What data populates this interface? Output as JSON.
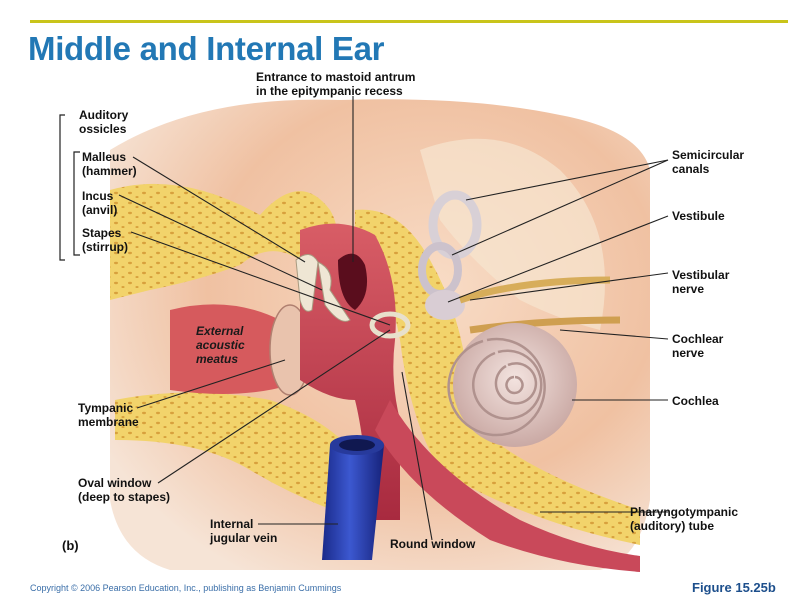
{
  "title": "Middle and Internal Ear",
  "panel_label": "(b)",
  "copyright": "Copyright © 2006 Pearson Education, Inc., publishing as Benjamin Cummings",
  "figure_label": "Figure 15.25b",
  "labels": {
    "mastoid": [
      "Entrance to mastoid antrum",
      "in the epitympanic recess"
    ],
    "ossicles": [
      "Auditory",
      "ossicles"
    ],
    "malleus": [
      "Malleus",
      "(hammer)"
    ],
    "incus": [
      "Incus",
      "(anvil)"
    ],
    "stapes": [
      "Stapes",
      "(stirrup)"
    ],
    "eam": [
      "External",
      "acoustic",
      "meatus"
    ],
    "tympanic": [
      "Tympanic",
      "membrane"
    ],
    "oval": [
      "Oval window",
      "(deep to stapes)"
    ],
    "jugular": [
      "Internal",
      "jugular vein"
    ],
    "round": [
      "Round window"
    ],
    "semicircular": [
      "Semicircular",
      "canals"
    ],
    "vestibule": [
      "Vestibule"
    ],
    "vestibular_nerve": [
      "Vestibular",
      "nerve"
    ],
    "cochlear_nerve": [
      "Cochlear",
      "nerve"
    ],
    "cochlea": [
      "Cochlea"
    ],
    "pharyngotympanic": [
      "Pharyngotympanic",
      "(auditory) tube"
    ]
  },
  "colors": {
    "title": "#2278b5",
    "topbar": "#c9c41a",
    "bone": "#f2d36b",
    "tissue": "#e7a88a",
    "cavity": "#c23d4f",
    "vein": "#2a3fb0",
    "cochlea": "#ddc6c0"
  }
}
